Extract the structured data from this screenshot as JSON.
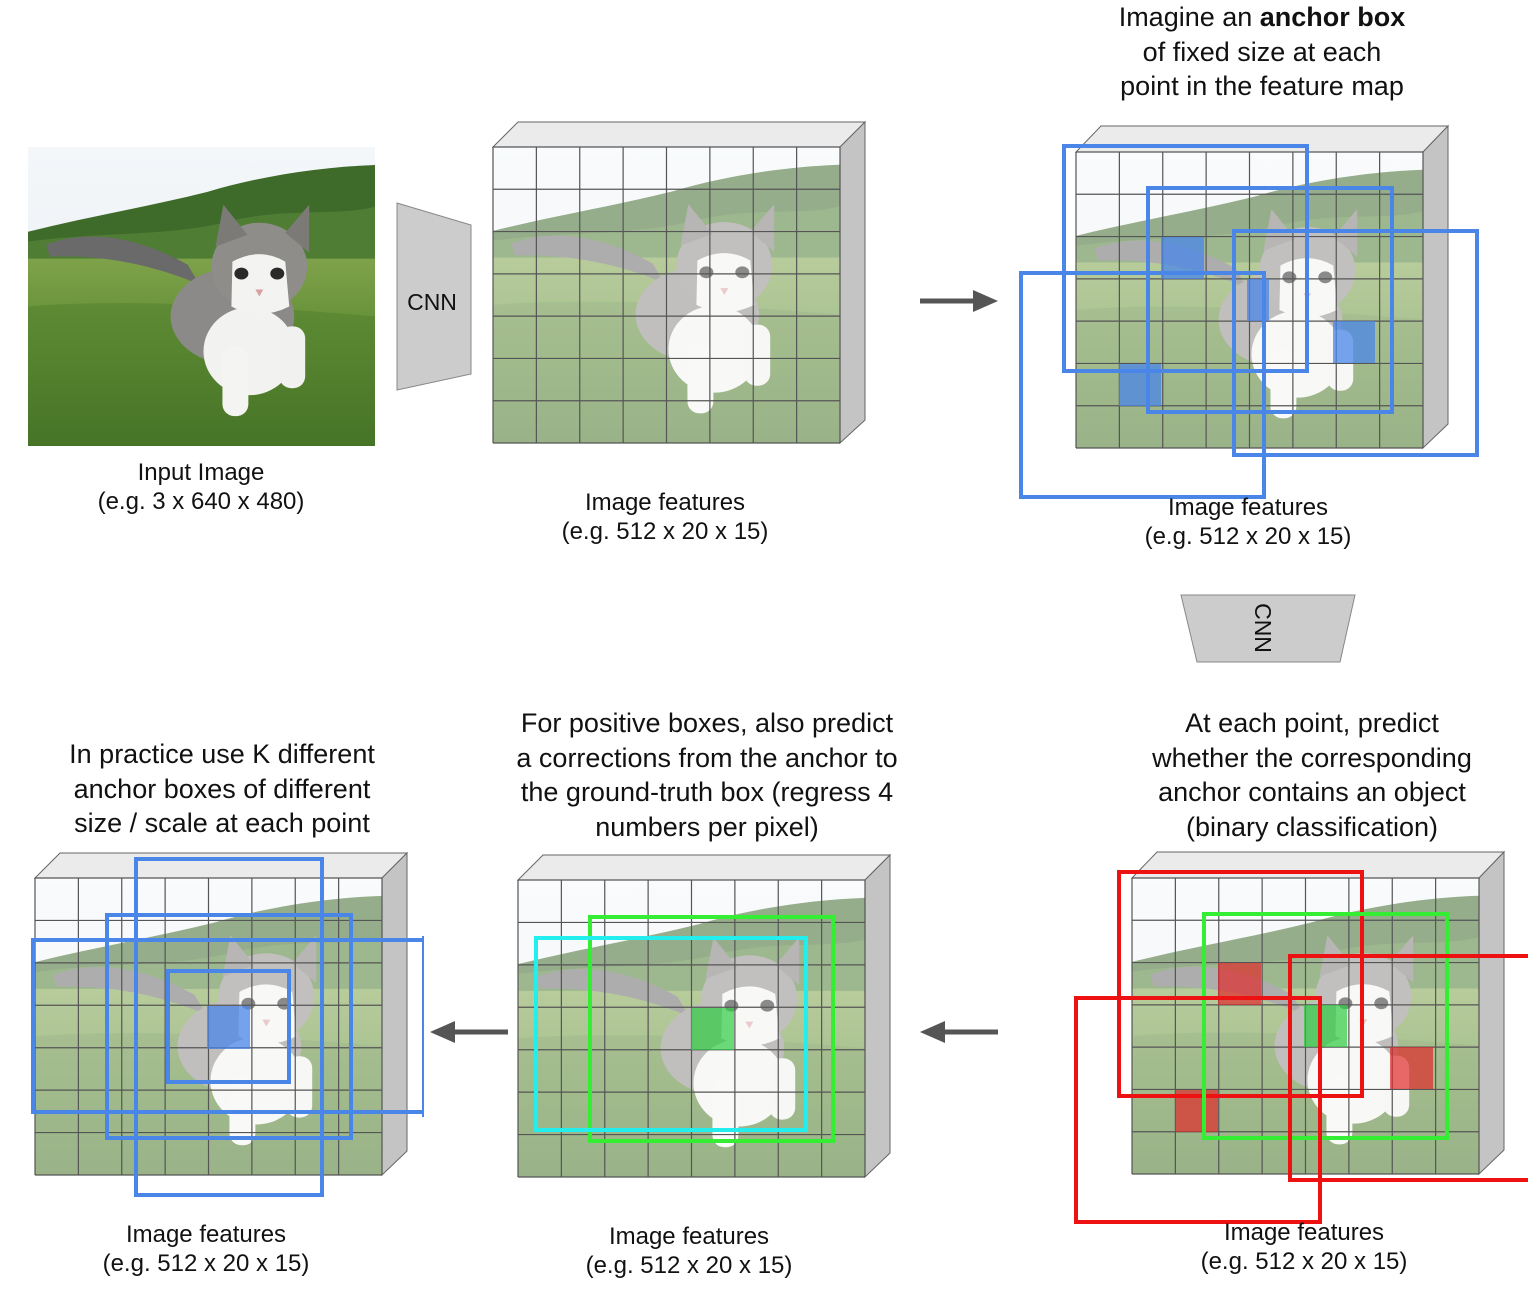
{
  "input": {
    "caption_line1": "Input Image",
    "caption_line2": "(e.g. 3 x 640 x 480)"
  },
  "cnn_label": "CNN",
  "features_caption": {
    "line1": "Image features",
    "line2": "(e.g. 512 x 20 x 15)"
  },
  "step_anchor": {
    "line1_pre": "Imagine an ",
    "line1_bold": "anchor box",
    "line2": "of fixed size at each",
    "line3": "point in the feature map"
  },
  "step_classify": {
    "line1": "At each point, predict",
    "line2": "whether the corresponding",
    "line3": "anchor contains an object",
    "line4": "(binary classification)"
  },
  "step_regress": {
    "line1": "For positive boxes, also predict",
    "line2": "a corrections from the anchor to",
    "line3": "the ground-truth box (regress 4",
    "line4": "numbers per pixel)"
  },
  "step_multi": {
    "line1": "In practice use K different",
    "line2": "anchor boxes of different",
    "line3": "size / scale at each point"
  },
  "colors": {
    "anchor_blue": "#4a86e8",
    "negative_red": "#ee1111",
    "positive_green": "#33ee33",
    "ground_truth_cyan": "#22eeee",
    "arrow_gray": "#555555",
    "cnn_fill": "#cccccc"
  }
}
